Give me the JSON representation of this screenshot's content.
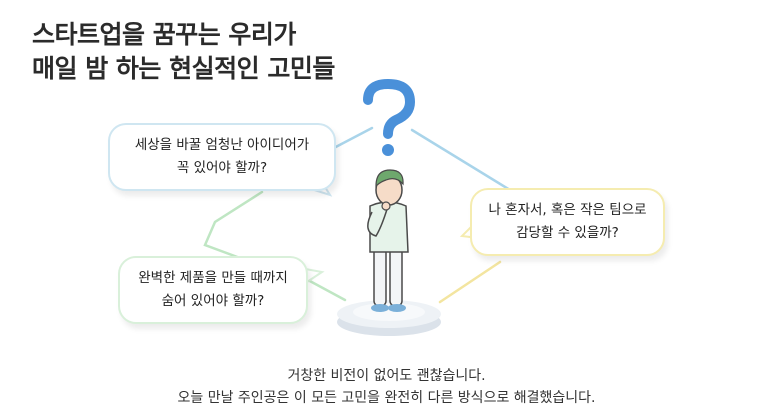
{
  "headline": {
    "line1": "스타트업을 꿈꾸는 우리가",
    "line2": "매일 밤 하는 현실적인 고민들"
  },
  "bubbles": {
    "top_left": {
      "line1": "세상을 바꿀 엄청난 아이디어가",
      "line2": "꼭 있어야 할까?"
    },
    "right": {
      "line1": "나 혼자서, 혹은 작은 팀으로",
      "line2": "감당할 수 있을까?"
    },
    "bottom_left": {
      "line1": "완벽한 제품을 만들 때까지",
      "line2": "숨어 있어야 할까?"
    }
  },
  "caption": {
    "line1": "거창한 비전이 없어도 괜찮습니다.",
    "line2": "오늘 만날 주인공은 이 모든 고민을 완전히 다른 방식으로 해결했습니다."
  },
  "colors": {
    "question_mark": "#4a90d9",
    "line_blue": "#a9d4ea",
    "line_green": "#bfe6c3",
    "line_yellow": "#f3e5a0",
    "shirt": "#e6f3ea",
    "hair": "#6ea86d"
  },
  "icons": [
    "question-mark-icon",
    "thinking-person-illustration",
    "pedestal"
  ]
}
